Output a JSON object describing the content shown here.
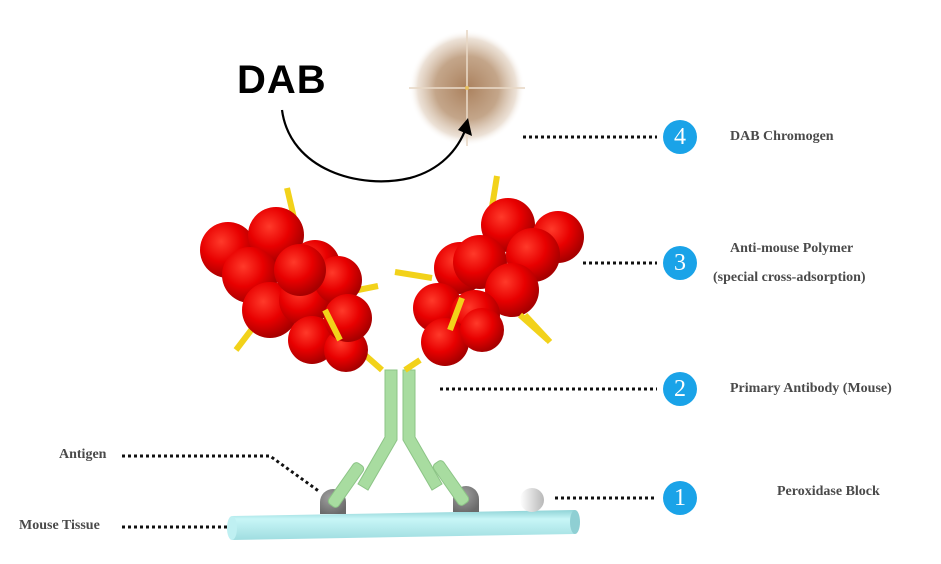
{
  "title_reagent": "DAB",
  "steps": [
    {
      "number": "4",
      "label": "DAB Chromogen"
    },
    {
      "number": "3",
      "label": "Anti-mouse Polymer",
      "sublabel": "(special cross-adsorption)"
    },
    {
      "number": "2",
      "label": "Primary Antibody (Mouse)"
    },
    {
      "number": "1",
      "label": "Peroxidase Block"
    }
  ],
  "left_labels": {
    "antigen": "Antigen",
    "tissue": "Mouse Tissue"
  },
  "colors": {
    "badge": "#1aa3e8",
    "polymer": "#e00000",
    "linker": "#f2d21a",
    "antibody": "#a8dca0",
    "tissue": "#b8eef0",
    "antigen": "#808080",
    "chromogen": "#a67a55"
  }
}
